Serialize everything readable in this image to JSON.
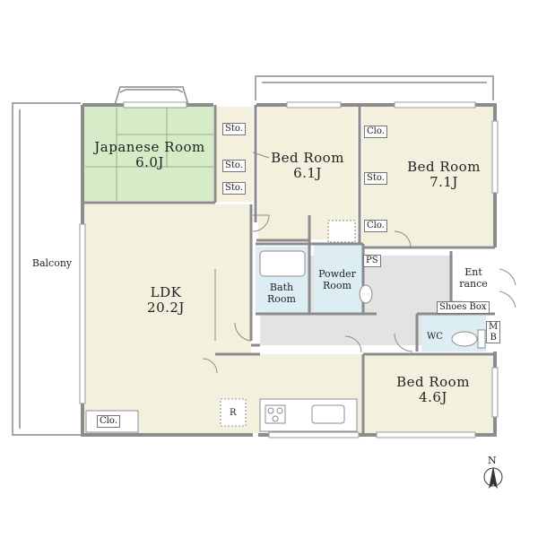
{
  "rooms": {
    "japanese_room": {
      "name": "Japanese Room",
      "size": "6.0J"
    },
    "bed_room_1": {
      "name": "Bed Room",
      "size": "6.1J"
    },
    "bed_room_2": {
      "name": "Bed Room",
      "size": "7.1J"
    },
    "bed_room_3": {
      "name": "Bed Room",
      "size": "4.6J"
    },
    "ldk": {
      "name": "LDK",
      "size": "20.2J"
    },
    "bath_room": {
      "name": "Bath\nRoom"
    },
    "powder_room": {
      "name": "Powder\nRoom"
    },
    "entrance": {
      "name": "Ent\nrance"
    },
    "balcony": {
      "name": "Balcony"
    }
  },
  "storage": {
    "sto": "Sto.",
    "clo": "Clo.",
    "ps": "PS",
    "wc": "WC",
    "shoes_box": "Shoes Box",
    "mb": "M\nB",
    "refrigerator": "R"
  },
  "compass": {
    "north": "N"
  },
  "colors": {
    "wall": "#8c8c8c",
    "japanese_room": "#d6ebc7",
    "bed_room": "#f4f0de",
    "ldk": "#f4f0de",
    "wet_area": "#dcedf4",
    "hallway": "#e3e3e3"
  }
}
